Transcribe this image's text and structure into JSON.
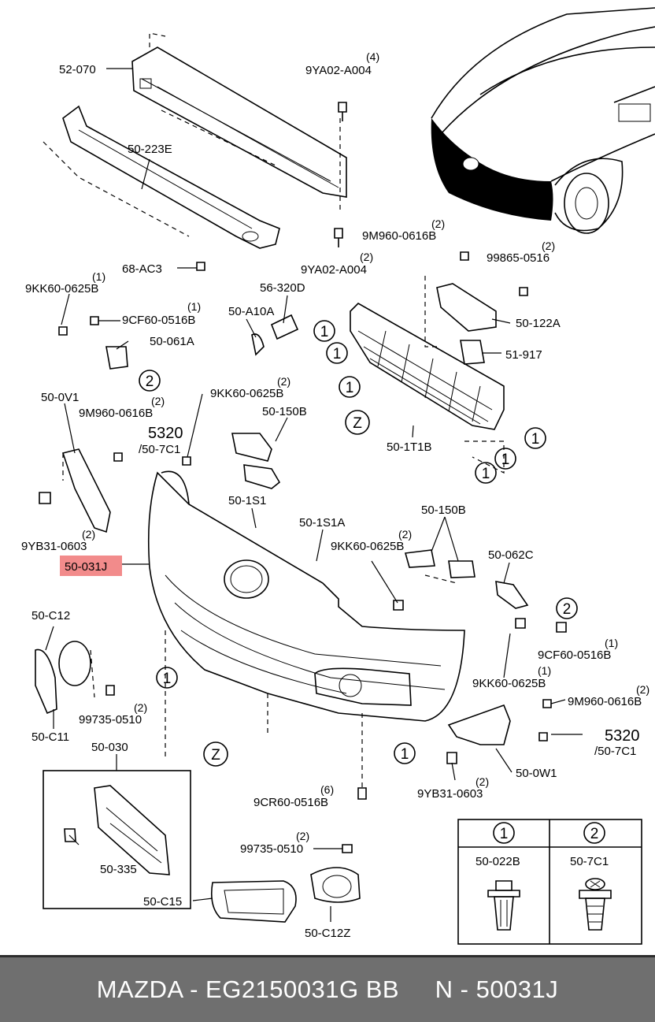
{
  "diagram": {
    "labels": {
      "p52_070": "52-070",
      "p9ya02_top": "9YA02-A004",
      "q_9ya02_top": "(4)",
      "p50_223e": "50-223E",
      "p68_ac3": "68-AC3",
      "p9ya02_bottom": "9YA02-A004",
      "q_9ya02_bottom": "(2)",
      "p9m960_top": "9M960-0616B",
      "q_9m960_top": "(2)",
      "p99865": "99865-0516",
      "q_99865": "(2)",
      "p9kk60_left": "9KK60-0625B",
      "q_9kk60_left": "(1)",
      "p9cf60_left": "9CF60-0516B",
      "q_9cf60_left": "(1)",
      "p50_061a": "50-061A",
      "p56_320d": "56-320D",
      "p50_a10a": "50-A10A",
      "p50_122a": "50-122A",
      "p51_917": "51-917",
      "p50_0v1": "50-0V1",
      "p9m960_left": "9M960-0616B",
      "q_9m960_left": "(2)",
      "p5320_left": "5320",
      "p50_7c1_left": "/50-7C1",
      "p9kk60_mid": "9KK60-0625B",
      "q_9kk60_mid": "(2)",
      "p50_150b_top": "50-150B",
      "p50_1t1b": "50-1T1B",
      "p50_1s1": "50-1S1",
      "p50_1s1a": "50-1S1A",
      "p50_150b_mid": "50-150B",
      "p9kk60_mid2": "9KK60-0625B",
      "q_9kk60_mid2": "(2)",
      "p9yb31_left": "9YB31-0603",
      "q_9yb31_left": "(2)",
      "p50_031j": "50-031J",
      "p50_062c": "50-062C",
      "p50_c12": "50-C12",
      "p9cf60_right": "9CF60-0516B",
      "q_9cf60_right": "(1)",
      "p9kk60_right": "9KK60-0625B",
      "q_9kk60_right": "(1)",
      "p9m960_right": "9M960-0616B",
      "q_9m960_right": "(2)",
      "p99735_left": "99735-0510",
      "q_99735_left": "(2)",
      "p50_c11": "50-C11",
      "p5320_right": "5320",
      "p50_7c1_right": "/50-7C1",
      "p50_0w1": "50-0W1",
      "p50_030": "50-030",
      "p9cr60": "9CR60-0516B",
      "q_9cr60": "(6)",
      "p9yb31_right": "9YB31-0603",
      "q_9yb31_right": "(2)",
      "p50_335": "50-335",
      "p99735_bottom": "99735-0510",
      "q_99735_bottom": "(2)",
      "p50_c15": "50-C15",
      "p50_c12z": "50-C12Z"
    },
    "callouts": {
      "one": "1",
      "two": "2",
      "z": "Z"
    },
    "legend": {
      "col1_marker": "1",
      "col1_part": "50-022B",
      "col2_marker": "2",
      "col2_part": "50-7C1"
    },
    "highlight_color": "#f28b8b"
  },
  "footer": {
    "text": "MAZDA - EG2150031G BB     N - 50031J",
    "background": "#6f6f6f",
    "color": "#ffffff"
  }
}
